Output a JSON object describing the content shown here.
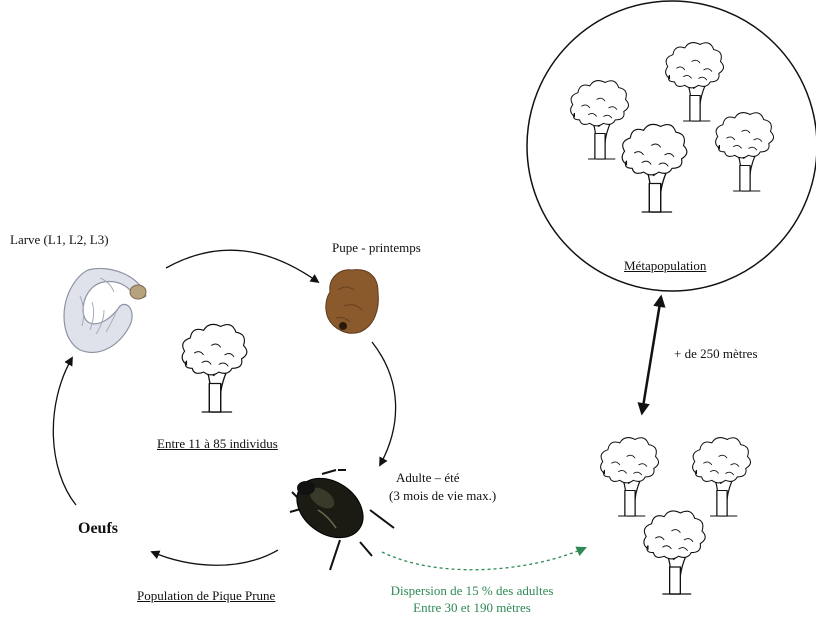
{
  "labels": {
    "larve": "Larve (L1, L2, L3)",
    "pupe": "Pupe - printemps",
    "adulte_line1": "Adulte – été",
    "adulte_line2": "(3 mois de vie max.)",
    "oeufs": "Oeufs",
    "population_count": "Entre 11 à 85 individus",
    "population_name": "Population de Pique Prune",
    "metapopulation": "Métapopulation",
    "distance": "+ de 250 mètres",
    "dispersion_line1": "Dispersion de 15 % des adultes",
    "dispersion_line2": "Entre 30 et 190 mètres"
  },
  "colors": {
    "dispersion_text": "#2f8a55",
    "dispersion_arrow": "#2f8a55",
    "cycle_arrows": "#111111"
  },
  "icons": [
    "larva-icon",
    "pupa-icon",
    "beetle-icon",
    "tree-icon"
  ]
}
